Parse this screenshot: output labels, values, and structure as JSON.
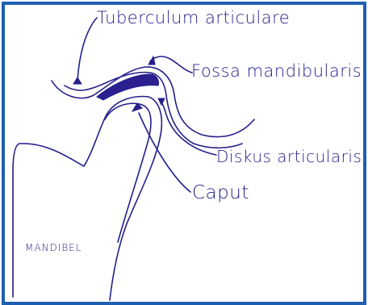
{
  "diagram": {
    "labels": {
      "tuberculum": "Tuberculum articulare",
      "fossa": "Fossa mandibularis",
      "diskus": "Diskus articularis",
      "caput": "Caput",
      "mandibel": "MANDIBEL"
    },
    "colors": {
      "frame": "#1f5fb0",
      "ink": "#241f8a",
      "disc_fill": "#2a2090",
      "background": "#ffffff"
    }
  }
}
